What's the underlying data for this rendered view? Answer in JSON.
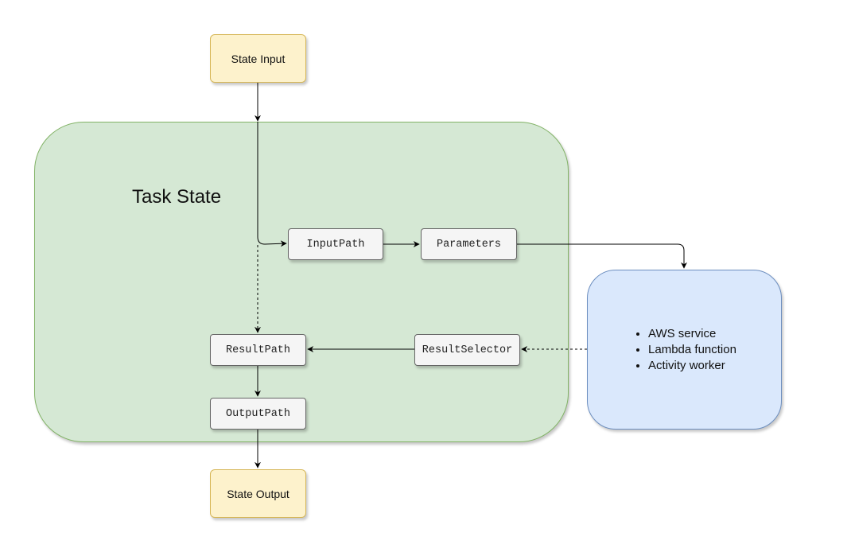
{
  "diagram": {
    "state_input": "State Input",
    "state_output": "State Output",
    "task_state_title": "Task State",
    "steps": {
      "input_path": "InputPath",
      "parameters": "Parameters",
      "result_selector": "ResultSelector",
      "result_path": "ResultPath",
      "output_path": "OutputPath"
    },
    "targets": [
      "AWS service",
      "Lambda function",
      "Activity worker"
    ],
    "colors": {
      "io_fill": "#fdf2cc",
      "io_border": "#d6b656",
      "task_fill": "#d5e8d4",
      "task_border": "#82b366",
      "target_fill": "#dae8fc",
      "target_border": "#6c8ebf",
      "step_fill": "#f5f5f5"
    }
  }
}
